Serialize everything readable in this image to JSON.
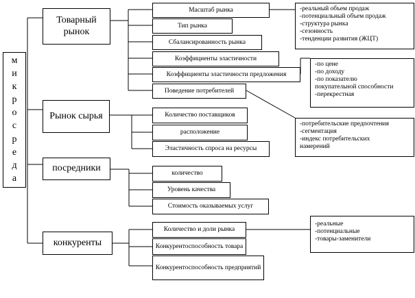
{
  "root": {
    "letters": [
      "м",
      "и",
      "к",
      "р",
      "о",
      "с",
      "р",
      "е",
      "д",
      "а"
    ]
  },
  "groups": [
    {
      "label": "Товарный рынок",
      "items": [
        "Масштаб рынка",
        "Тип рынка",
        "Сбалансированность рынка",
        "Коэффициенты эластичности",
        "Коэффициенты эластичности предложения",
        "Поведение потребителей"
      ]
    },
    {
      "label": "Рынок сырья",
      "items": [
        "Количество поставщиков",
        "расположение",
        "Эластичность спроса на ресурсы"
      ]
    },
    {
      "label": "посредники",
      "items": [
        "количество",
        "Уровень качества",
        "Стоимость оказываемых услуг"
      ]
    },
    {
      "label": "конкуренты",
      "items": [
        "Количество и доли рынка",
        "Конкурентоспособность товара",
        "Конкурентоспособность предприятий"
      ]
    }
  ],
  "notes": {
    "market_scale": [
      "-реальный объем продаж",
      "-потенциальный объем продаж",
      "-структура рынка",
      "-сезонность",
      "-тенденции развития (ЖЦТ)"
    ],
    "elasticity": [
      "-по цене",
      "-по доходу",
      "-по показателю",
      "покупательной способности",
      "-перекрестная"
    ],
    "consumer_behavior": [
      "-потребительские предпочтения",
      "-сегментация",
      "-индекс потребительских",
      "намерений"
    ],
    "market_share": [
      "-реальные",
      "-потенциальные",
      "-товары-заменители"
    ]
  }
}
